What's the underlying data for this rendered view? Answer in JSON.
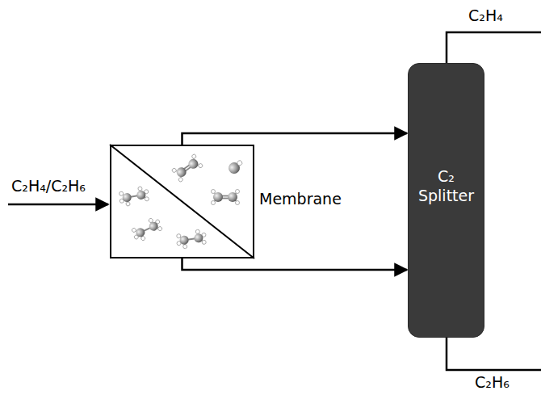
{
  "diagram": {
    "nodes": [
      {
        "text": [
          "Membrane"
        ]
      },
      {
        "text": [
          "C₂ Splitter"
        ]
      }
    ],
    "edges": [
      {
        "from": 0,
        "to": 1,
        "arrow": "to"
      },
      {
        "from": 0,
        "to": 1,
        "arrow": "to"
      }
    ],
    "labels": [
      "C₂H₄/C₂H₆",
      "C₂H₄",
      "C₂H₆"
    ]
  }
}
